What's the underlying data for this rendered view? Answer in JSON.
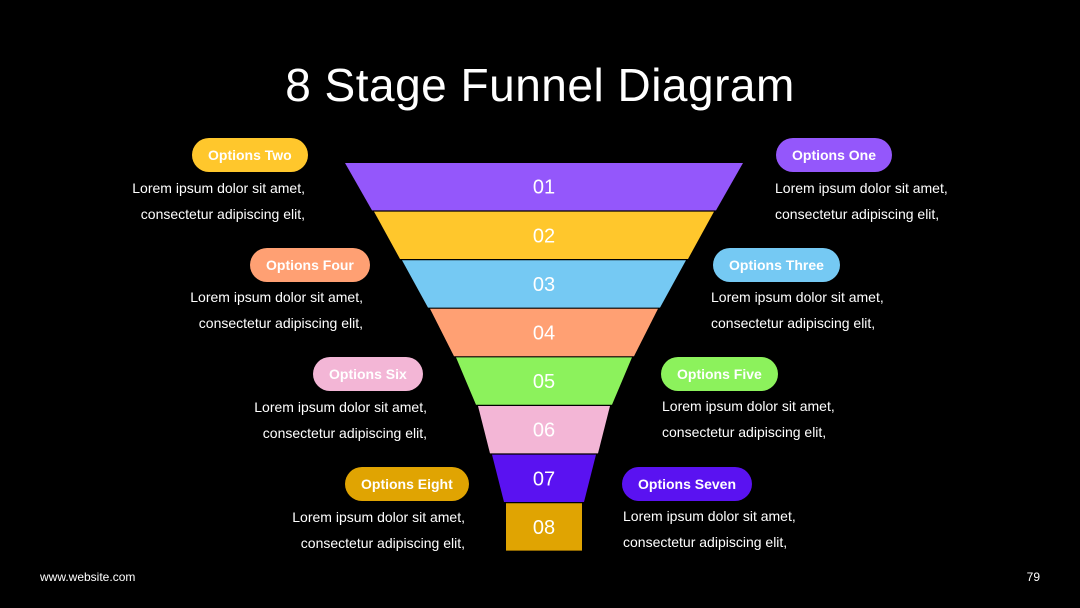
{
  "title": "8 Stage Funnel Diagram",
  "stages": [
    {
      "num": "01",
      "color": "#9457fb"
    },
    {
      "num": "02",
      "color": "#ffc72c"
    },
    {
      "num": "03",
      "color": "#75c9f3"
    },
    {
      "num": "04",
      "color": "#ffa073"
    },
    {
      "num": "05",
      "color": "#8cf25c"
    },
    {
      "num": "06",
      "color": "#f3b6d6"
    },
    {
      "num": "07",
      "color": "#5a12f1"
    },
    {
      "num": "08",
      "color": "#e0a402"
    }
  ],
  "options": [
    {
      "label": "Options One",
      "line1": "Lorem ipsum dolor sit amet,",
      "line2": "consectetur adipiscing elit,",
      "color": "#9457fb",
      "text_color": "#ffffff"
    },
    {
      "label": "Options Two",
      "line1": "Lorem ipsum dolor sit amet,",
      "line2": "consectetur adipiscing elit,",
      "color": "#ffc72c",
      "text_color": "#ffffff"
    },
    {
      "label": "Options Three",
      "line1": "Lorem ipsum dolor sit amet,",
      "line2": "consectetur adipiscing elit,",
      "color": "#75c9f3",
      "text_color": "#ffffff"
    },
    {
      "label": "Options Four",
      "line1": "Lorem ipsum dolor sit amet,",
      "line2": "consectetur adipiscing elit,",
      "color": "#ffa073",
      "text_color": "#ffffff"
    },
    {
      "label": "Options Five",
      "line1": "Lorem ipsum dolor sit amet,",
      "line2": "consectetur adipiscing elit,",
      "color": "#8cf25c",
      "text_color": "#ffffff"
    },
    {
      "label": "Options Six",
      "line1": "Lorem ipsum dolor sit amet,",
      "line2": "consectetur adipiscing elit,",
      "color": "#f3b6d6",
      "text_color": "#ffffff"
    },
    {
      "label": "Options Seven",
      "line1": "Lorem ipsum dolor sit amet,",
      "line2": "consectetur adipiscing elit,",
      "color": "#5a12f1",
      "text_color": "#ffffff"
    },
    {
      "label": "Options Eight",
      "line1": "Lorem ipsum dolor sit amet,",
      "line2": "consectetur adipiscing elit,",
      "color": "#e0a402",
      "text_color": "#ffffff"
    }
  ],
  "footer": {
    "website": "www.website.com",
    "page": "79"
  }
}
